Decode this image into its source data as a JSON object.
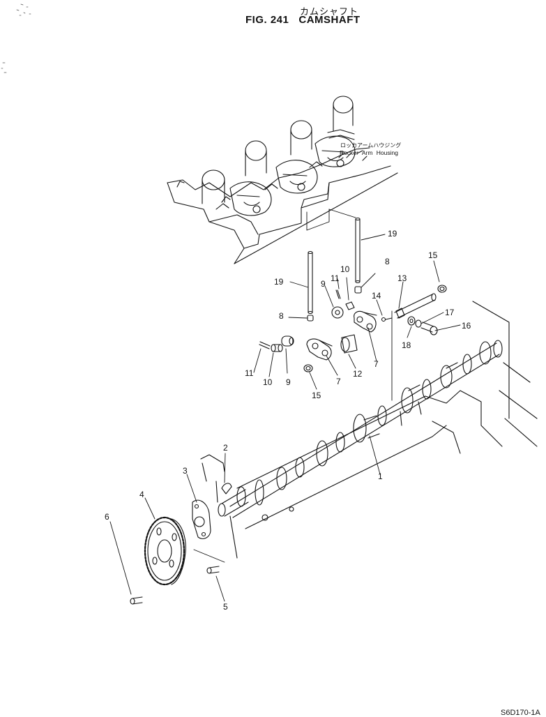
{
  "figure": {
    "title_jp": "カムシャフト",
    "fig_number": "FIG. 241",
    "title": "CAMSHAFT",
    "drawing_code": "S6D170-1A"
  },
  "housing_label": {
    "jp": "ロッカアームハウジング",
    "en": "Rocker Arm Housing"
  },
  "callouts": {
    "p1": "1",
    "p2": "2",
    "p3": "3",
    "p4": "4",
    "p5": "5",
    "p6": "6",
    "p7a": "7",
    "p7b": "7",
    "p8a": "8",
    "p8b": "8",
    "p9a": "9",
    "p9b": "9",
    "p10a": "10",
    "p10b": "10",
    "p11a": "11",
    "p11b": "11",
    "p12": "12",
    "p13": "13",
    "p14": "14",
    "p15a": "15",
    "p15b": "15",
    "p16": "16",
    "p17": "17",
    "p18": "18",
    "p19a": "19",
    "p19b": "19"
  }
}
